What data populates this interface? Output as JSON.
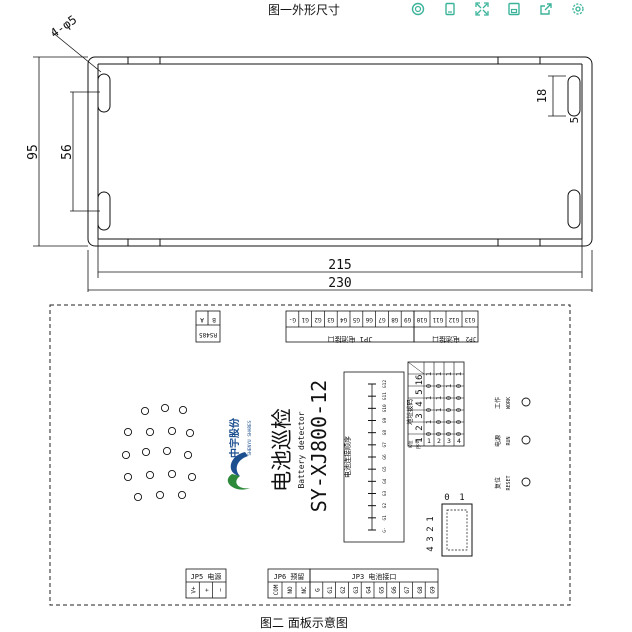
{
  "captions": {
    "top": "图一外形尺寸",
    "bottom": "图二 面板示意图"
  },
  "toolbar": [
    "search-icon",
    "copy-icon",
    "fullscreen-icon",
    "save-icon",
    "share-icon",
    "settings-icon"
  ],
  "fig1": {
    "hole": "4-φ5",
    "h95": "95",
    "h56": "56",
    "h18": "18",
    "h5": "5",
    "w215": "215",
    "w230": "230"
  },
  "fig2": {
    "rs485": {
      "title": "RS485",
      "pins": [
        "A",
        "B"
      ]
    },
    "jp1": {
      "title": "JP1 电池接口",
      "pins": [
        "G-",
        "G1",
        "G2",
        "G3",
        "G4",
        "G5",
        "G6",
        "G7",
        "G8",
        "G9"
      ]
    },
    "jp2": {
      "title": "电池接口",
      "prefix": "JP2",
      "pins": [
        "G10",
        "G11",
        "G12",
        "G13"
      ]
    },
    "brand": {
      "name": "中宇股份",
      "en": "SHENYU SHARES"
    },
    "product": {
      "cn": "电池巡检",
      "en": "Battery detector",
      "model": "SY-XJ800-12"
    },
    "wiring": {
      "title": "电池连接顺序",
      "labels": [
        "G-",
        "G1",
        "G2",
        "G3",
        "G4",
        "G5",
        "G6",
        "G7",
        "G8",
        "G9",
        "G10",
        "G11",
        "G12"
      ]
    },
    "dip": {
      "numbers": [
        "1",
        "2",
        "3",
        "4"
      ],
      "on": "1",
      "off": "0"
    },
    "addr": {
      "title": "地址拨码",
      "diag_top": "序号",
      "diag_bottom": "K位",
      "cols": [
        "1",
        "2",
        "3",
        "4",
        "5",
        "16"
      ],
      "rows": [
        {
          "k": "1",
          "cells": [
            "0",
            "1",
            "0",
            "1",
            "0",
            "1"
          ]
        },
        {
          "k": "2",
          "cells": [
            "0",
            "0",
            "1",
            "1",
            "0",
            "1"
          ]
        },
        {
          "k": "3",
          "cells": [
            "0",
            "0",
            "0",
            "0",
            "1",
            "1"
          ]
        },
        {
          "k": "4",
          "cells": [
            "0",
            "0",
            "0",
            "0",
            "0",
            "1"
          ]
        }
      ]
    },
    "leds": [
      {
        "cn": "工作",
        "en": "WORK"
      },
      {
        "cn": "电源",
        "en": "RUN"
      },
      {
        "cn": "复位",
        "en": "RESET"
      }
    ],
    "jp5": {
      "title": "JP5 电源",
      "pins": [
        "V+",
        "+",
        "−"
      ]
    },
    "jp6": {
      "title": "JP6 预留",
      "pins": [
        "COM",
        "NO",
        "NC"
      ]
    },
    "jp3": {
      "title": "JP3 电池接口",
      "pins": [
        "G",
        "G1",
        "G2",
        "G3",
        "G4",
        "G5",
        "G6",
        "G7",
        "G8",
        "G9"
      ]
    }
  }
}
